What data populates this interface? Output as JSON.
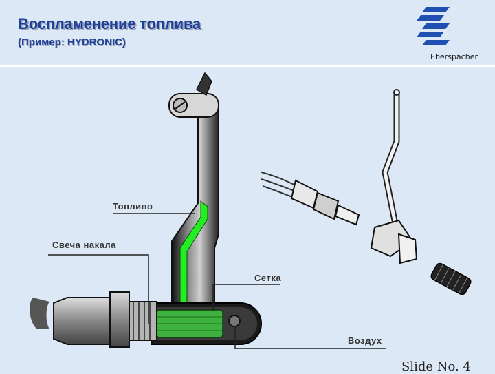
{
  "header": {
    "title": "Воспламенение топлива",
    "subtitle": "(Пример: HYDRONIC)"
  },
  "logo": {
    "text": "Eberspächer",
    "color": "#1f4fb0"
  },
  "labels": {
    "fuel": "Топливо",
    "glow_plug": "Свеча накала",
    "mesh": "Сетка",
    "air": "Воздух"
  },
  "footer": {
    "slide": "Slide No. 4"
  },
  "colors": {
    "fuel": "#22ee22",
    "background": "#dce8f5",
    "title": "#1f3f9a"
  }
}
